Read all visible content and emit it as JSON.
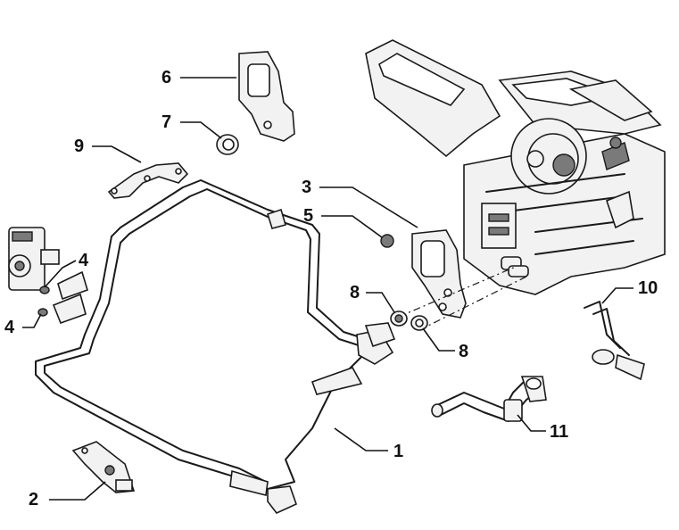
{
  "callouts": {
    "c1": "1",
    "c2": "2",
    "c3": "3",
    "c4a": "4",
    "c4b": "4",
    "c5": "5",
    "c6": "6",
    "c7": "7",
    "c8a": "8",
    "c8b": "8",
    "c9": "9",
    "c10": "10",
    "c11": "11"
  },
  "colors": {
    "line": "#1a1a1a",
    "background": "#ffffff"
  }
}
